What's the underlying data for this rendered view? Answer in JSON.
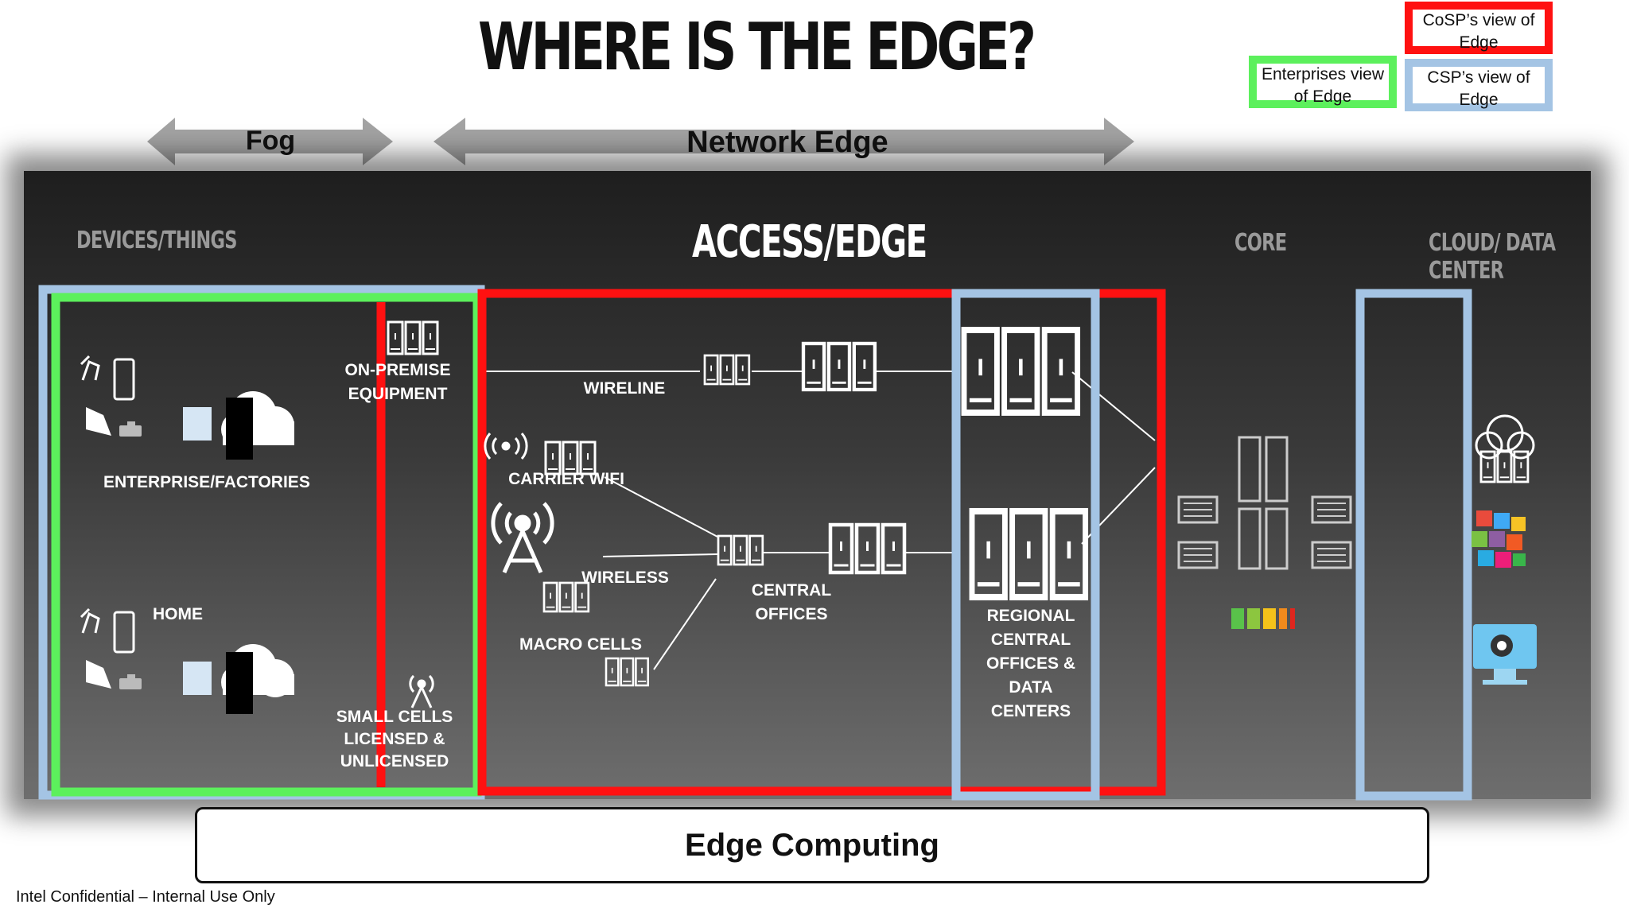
{
  "title": "WHERE IS THE EDGE?",
  "legend": {
    "cosp": "CoSP’s view of Edge",
    "enterprise": "Enterprises view of Edge",
    "csp": "CSP’s view of Edge"
  },
  "colors": {
    "cosp": "#ff1111",
    "enterprise": "#5cf05c",
    "csp": "#a4c4e4",
    "panel": "#2a2a2a"
  },
  "arrows": {
    "fog": "Fog",
    "network_edge": "Network Edge"
  },
  "headers": {
    "devices": "DEVICES/THINGS",
    "access": "ACCESS/EDGE",
    "core": "CORE",
    "cloud": "CLOUD/ DATA CENTER"
  },
  "labels": {
    "on_premise": "ON-PREMISE\nEQUIPMENT",
    "enterprise_factories": "ENTERPRISE/FACTORIES",
    "home": "HOME",
    "small_cells": "SMALL CELLS\nLICENSED &\nUNLICENSED",
    "wireline": "WIRELINE",
    "carrier_wifi": "CARRIER WIFI",
    "wireless": "WIRELESS",
    "macro_cells": "MACRO CELLS",
    "central_offices": "CENTRAL\nOFFICES",
    "regional": "REGIONAL\nCENTRAL\nOFFICES &\nDATA\nCENTERS"
  },
  "icons": [
    "robot-arm-icon",
    "phone-icon",
    "laptop-icon",
    "camera-icon",
    "document-icon",
    "cloud-server-icon",
    "server-rack-icon",
    "wifi-signal-icon",
    "cell-tower-icon",
    "small-cell-antenna-icon",
    "apps-cube-icon",
    "brain-monitor-icon"
  ],
  "footer": {
    "edge_computing": "Edge Computing",
    "confidential": "Intel Confidential – Internal Use Only"
  }
}
